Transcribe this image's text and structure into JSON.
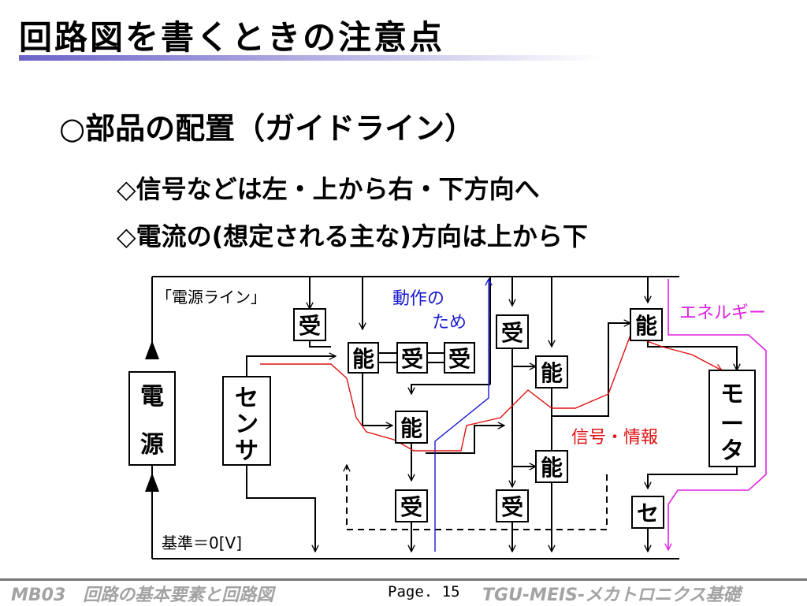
{
  "slide": {
    "title": "回路図を書くときの注意点",
    "heading": "○部品の配置（ガイドライン）",
    "bullets": [
      "◇信号などは左・上から右・下方向へ",
      "◇電流の(想定される主な)方向は上から下"
    ]
  },
  "diagram": {
    "power_line_label": "「電源ライン」",
    "ground_label": "基準＝0[V]",
    "operation_label_line1": "動作の",
    "operation_label_line2": "ため",
    "energy_label": "エネルギー",
    "signal_label": "信号・情報",
    "power_box": [
      "電",
      "源"
    ],
    "sensor_box": [
      "セ",
      "ン",
      "サ"
    ],
    "motor_box": [
      "モ",
      "ー",
      "タ"
    ],
    "receiver": "受",
    "active": "能",
    "se": "セ",
    "colors": {
      "operation": "#1a1ad0",
      "energy": "#e020e0",
      "signal": "#e01010"
    }
  },
  "footer": {
    "left": "MB03　回路の基本要素と回路図",
    "page": "Page. 15",
    "right": "TGU-MEIS-メカトロニクス基礎"
  }
}
